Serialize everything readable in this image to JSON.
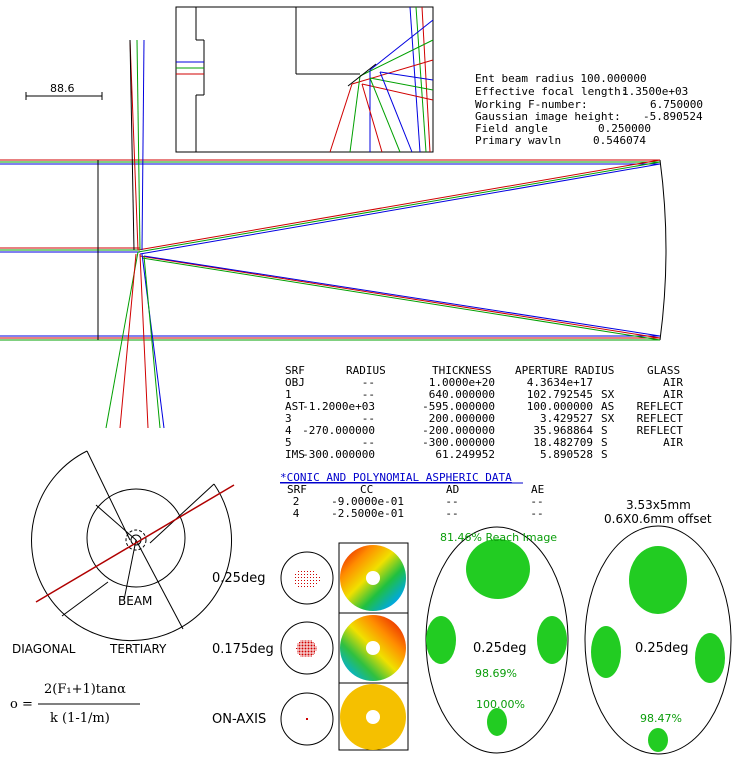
{
  "scale_bar": {
    "value": "88.6"
  },
  "system_params": [
    {
      "label": "Ent beam radius",
      "value": "100.000000"
    },
    {
      "label": "Effective focal length:",
      "value": "1.3500e+03"
    },
    {
      "label": "Working F-number:",
      "value": "6.750000"
    },
    {
      "label": "Gaussian image height:",
      "value": "-5.890524"
    },
    {
      "label": "Field angle",
      "value": "0.250000"
    },
    {
      "label": "Primary wavln",
      "value": "0.546074"
    }
  ],
  "surface_table": {
    "headers": [
      "SRF",
      "RADIUS",
      "THICKNESS",
      "APERTURE RADIUS",
      "GLASS"
    ],
    "rows": [
      {
        "srf": "OBJ",
        "radius": "--",
        "thickness": "1.0000e+20",
        "aperture": "4.3634e+17",
        "flag": "",
        "glass": "AIR"
      },
      {
        "srf": "1",
        "radius": "--",
        "thickness": "640.000000",
        "aperture": "102.792545",
        "flag": "SX",
        "glass": "AIR"
      },
      {
        "srf": "AST",
        "radius": "-1.2000e+03",
        "thickness": "-595.000000",
        "aperture": "100.000000",
        "flag": "AS",
        "glass": "REFLECT"
      },
      {
        "srf": "3",
        "radius": "--",
        "thickness": "200.000000",
        "aperture": "3.429527",
        "flag": "SX",
        "glass": "REFLECT"
      },
      {
        "srf": "4",
        "radius": "-270.000000",
        "thickness": "-200.000000",
        "aperture": "35.968864",
        "flag": "S",
        "glass": "REFLECT"
      },
      {
        "srf": "5",
        "radius": "--",
        "thickness": "-300.000000",
        "aperture": "18.482709",
        "flag": "S",
        "glass": "AIR"
      },
      {
        "srf": "IMS",
        "radius": "-300.000000",
        "thickness": "61.249952",
        "aperture": "5.890528",
        "flag": "S",
        "glass": ""
      }
    ]
  },
  "conic_table": {
    "title": "*CONIC AND POLYNOMIAL ASPHERIC DATA",
    "headers": [
      "SRF",
      "CC",
      "AD",
      "AE"
    ],
    "rows": [
      {
        "srf": "2",
        "cc": "-9.0000e-01",
        "ad": "--",
        "ae": "--"
      },
      {
        "srf": "4",
        "cc": "-2.5000e-01",
        "ad": "--",
        "ae": "--"
      }
    ]
  },
  "layout_labels": {
    "beam": "BEAM",
    "diagonal": "DIAGONAL",
    "tertiary": "TERTIARY"
  },
  "formula": {
    "lhs": "o =",
    "numerator": "2(F₁+1)tanα",
    "denominator": "k (1-1/m)"
  },
  "field_labels": [
    "0.25deg",
    "0.175deg",
    "ON-AXIS"
  ],
  "ellipse_left": {
    "top_text": "81.46% Reach Image",
    "center_text": "0.25deg",
    "side_pct": "98.69%",
    "bottom_pct": "100.00%"
  },
  "ellipse_right": {
    "top_text_1": "3.53x5mm",
    "top_text_2": "0.6X0.6mm offset",
    "center_text": "0.25deg",
    "bottom_pct": "98.47%"
  },
  "colors": {
    "red": "#d00000",
    "green": "#00a000",
    "blue": "#0000e0",
    "spot": "#22cc22",
    "spot_dark": "#0a9d0a"
  }
}
